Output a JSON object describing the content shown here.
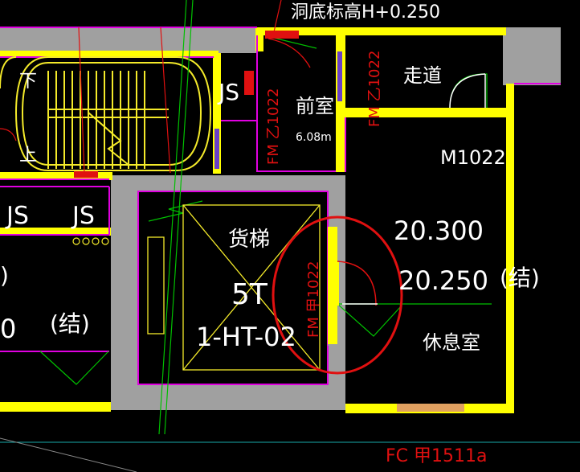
{
  "colors": {
    "background": "#000000",
    "wall": "#ffff00",
    "structure": "#a0a0a0",
    "outline": "#e000e0",
    "stair": "#f4ea2a",
    "door": "#ffffff",
    "fire_door_label": "#e01010",
    "cloud_mark": "#e01010",
    "green_line": "#00c000",
    "purple_door": "#6a3fc8",
    "cyan_line": "#19a8a8"
  },
  "labels": {
    "top_title": "洞底标高H+0.250",
    "stair_down": "下",
    "stair_up": "上",
    "js_top": "JS",
    "js_left_a": "JS",
    "js_left_b": "JS",
    "anteroom": "前室",
    "anteroom_area": "6.08m",
    "fire_door_anteroom": "FM 乙1022",
    "fire_door_corridor": "FM 乙1022",
    "corridor": "走道",
    "door_m1022": "M1022",
    "elevation_1": "20.300",
    "elevation_2": "20.250",
    "structure_right": "(结)",
    "structure_left": "(结)",
    "left_edge_number": "0",
    "left_edge_paren": ")",
    "freight_elevator": "货梯",
    "elevator_capacity": "5T",
    "elevator_code": "1-HT-02",
    "fire_door_elevator": "FM 甲1022",
    "rest_room": "休息室",
    "fire_window": "FC 甲1511a"
  }
}
